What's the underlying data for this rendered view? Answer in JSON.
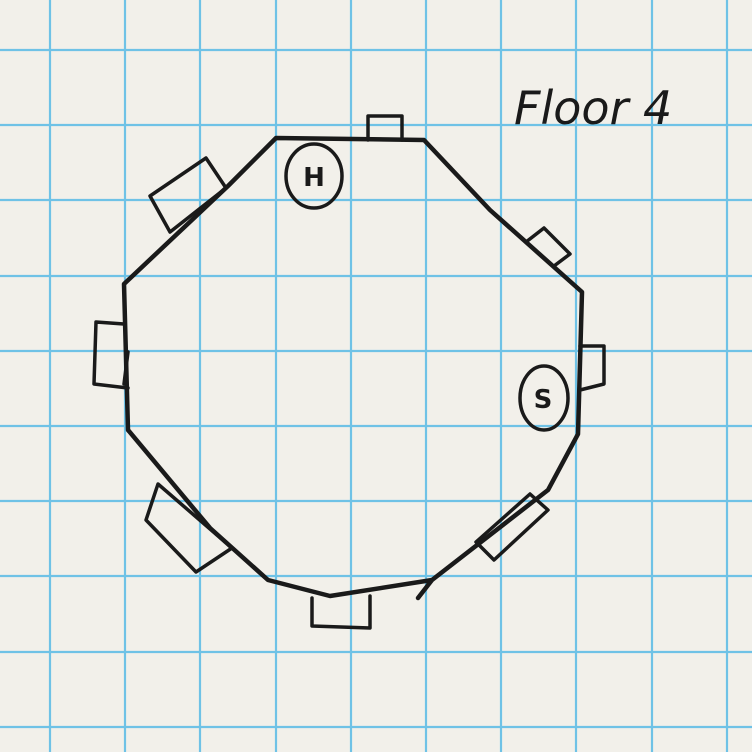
{
  "map": {
    "title": "Floor 4",
    "markers": [
      {
        "id": "H",
        "label": "H"
      },
      {
        "id": "S",
        "label": "S"
      }
    ],
    "paper": {
      "background_color": "#f2f0ea",
      "grid_color": "#6fc2e6",
      "ink_color": "#1a1a1a"
    }
  }
}
